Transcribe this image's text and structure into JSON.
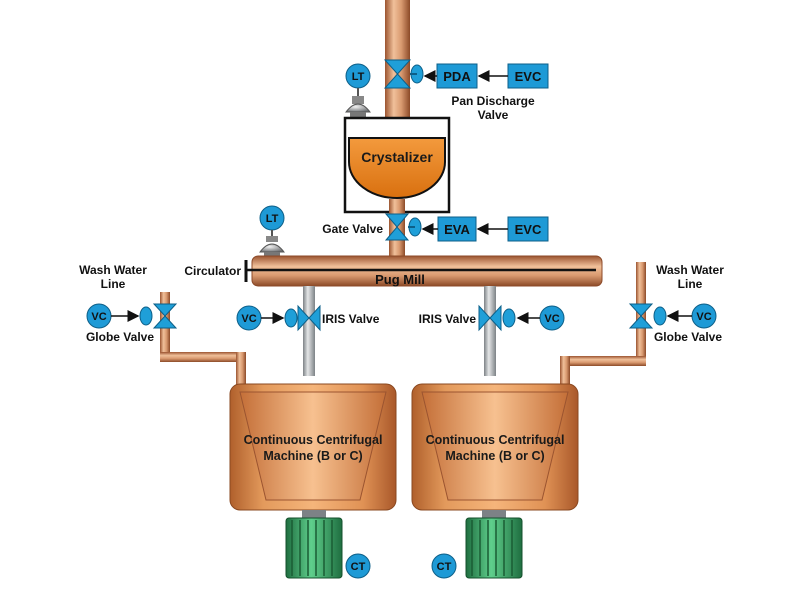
{
  "colors": {
    "pipe": "#d99a70",
    "pipe_dark": "#a65c34",
    "grey_pipe": "#b9bcbe",
    "valve_blue": "#1f9fd8",
    "box_blue": "#1e9ad6",
    "syrup_orange": "#e8801f",
    "centrifuge": "#d88a4c",
    "motor_green": "#2e9a5a"
  },
  "labels": {
    "lt_top": "LT",
    "pda": "PDA",
    "evc_top": "EVC",
    "pan_discharge_1": "Pan Discharge",
    "pan_discharge_2": "Valve",
    "crystalizer": "Crystalizer",
    "lt_mid": "LT",
    "gate_valve": "Gate Valve",
    "eva": "EVA",
    "evc_mid": "EVC",
    "circulator": "Circulator",
    "pug_mill": "Pug Mill",
    "wash_left_1": "Wash Water",
    "wash_left_2": "Line",
    "wash_right_1": "Wash Water",
    "wash_right_2": "Line",
    "vc_left": "VC",
    "globe_left": "Globe Valve",
    "vc_iris_left": "VC",
    "iris_left": "IRIS Valve",
    "iris_right": "IRIS Valve",
    "vc_iris_right": "VC",
    "vc_right": "VC",
    "globe_right": "Globe Valve",
    "cent_left_1": "Continuous Centrifugal",
    "cent_left_2": "Machine (B or C)",
    "cent_right_1": "Continuous Centrifugal",
    "cent_right_2": "Machine (B or C)",
    "ct_left": "CT",
    "ct_right": "CT"
  }
}
